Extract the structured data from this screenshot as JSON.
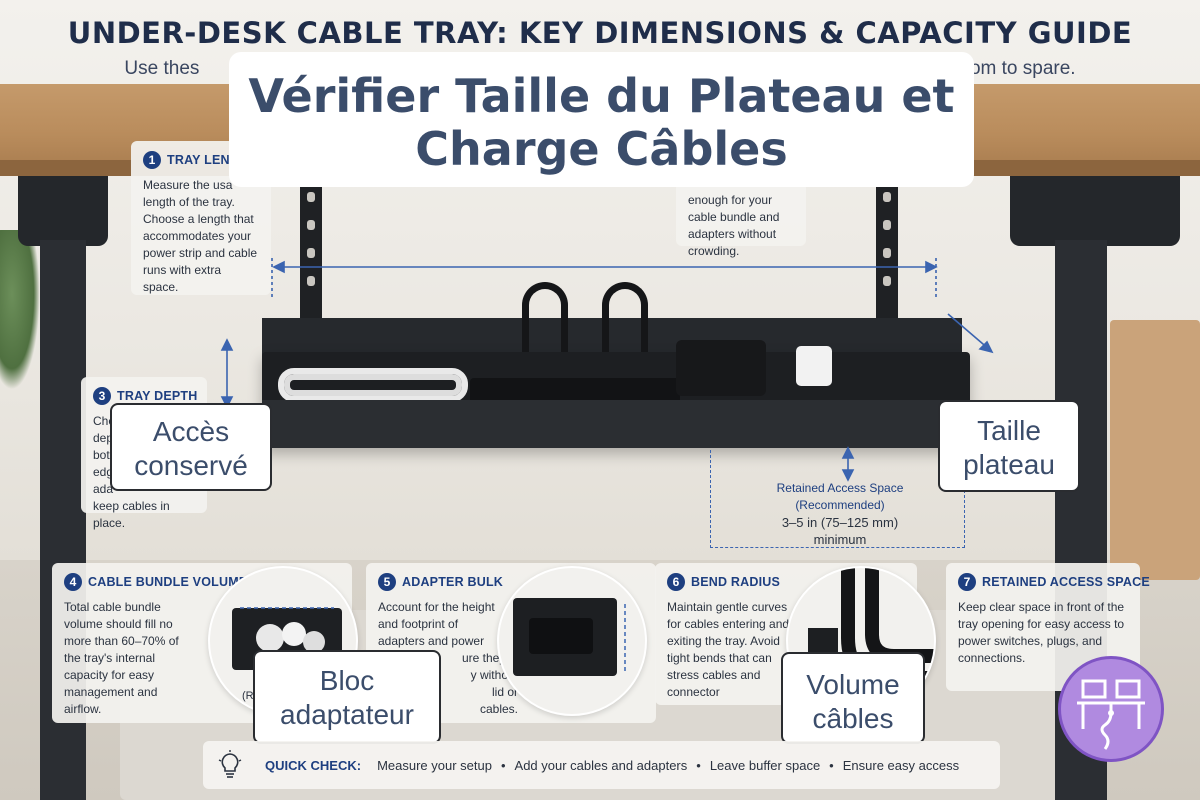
{
  "header": {
    "title": "UNDER-DESK CABLE TRAY: KEY DIMENSIONS & CAPACITY GUIDE",
    "subtitle_left": "Use thes",
    "subtitle_right": "oom to spare."
  },
  "overlay": {
    "line1": "Vérifier Taille du Plateau et",
    "line2": "Charge Câbles"
  },
  "cards": {
    "tray_length": {
      "number": "1",
      "title": "TRAY LENG",
      "text": "Measure the usa length of the tray. Choose a length that accommodates your power strip and cable runs with extra space."
    },
    "tray_width_partial": {
      "text": "enough for your cable bundle and adapters without crowding."
    },
    "tray_depth": {
      "number": "3",
      "title": "TRAY DEPTH",
      "line1": "Che",
      "line2": "dep",
      "line3": "bot",
      "line4": "edg",
      "line5": "ada",
      "line6": "keep cables in place."
    },
    "cable_bundle": {
      "number": "4",
      "title": "CABLE BUNDLE VOLUME",
      "text": "Total cable bundle volume should fill no more than 60–70% of the tray's internal capacity for easy management and airflow.",
      "fragment": "(Re"
    },
    "adapter_bulk": {
      "number": "5",
      "title": "ADAPTER BULK",
      "line1": "Account for the height",
      "line2": "and footprint of",
      "line3": "adapters and power",
      "line4": "ure they fit",
      "line5": "y without",
      "line6": "lid or",
      "line7": "cables."
    },
    "bend_radius": {
      "number": "6",
      "title": "BEND RADIUS",
      "text": "Maintain gentle curves for cables entering and exiting the tray. Avoid tight bends that can stress cables and connector"
    },
    "retained_access": {
      "number": "7",
      "title": "RETAINED ACCESS SPACE",
      "text": "Keep clear space in front of the tray opening for easy access to power switches, plugs, and connections."
    }
  },
  "access_annotation": {
    "line1": "Retained Access Space",
    "line2": "(Recommended)",
    "line3": "3–5 in (75–125 mm)",
    "line4": "minimum"
  },
  "labels": {
    "acces_line1": "Accès",
    "acces_line2": "conservé",
    "taille_line1": "Taille",
    "taille_line2": "plateau",
    "bloc_line1": "Bloc",
    "bloc_line2": "adaptateur",
    "volume_line1": "Volume",
    "volume_line2": "câbles"
  },
  "quick_check": {
    "icon": "lightbulb-icon",
    "title": "QUICK CHECK:",
    "items": [
      "Measure your setup",
      "Add your cables and adapters",
      "Leave buffer space",
      "Ensure easy access"
    ]
  },
  "colors": {
    "accent": "#1e3f80",
    "overlay_text": "#3b4d6b",
    "dimension_line": "#3b64b0",
    "logo": "#b08ae0"
  }
}
